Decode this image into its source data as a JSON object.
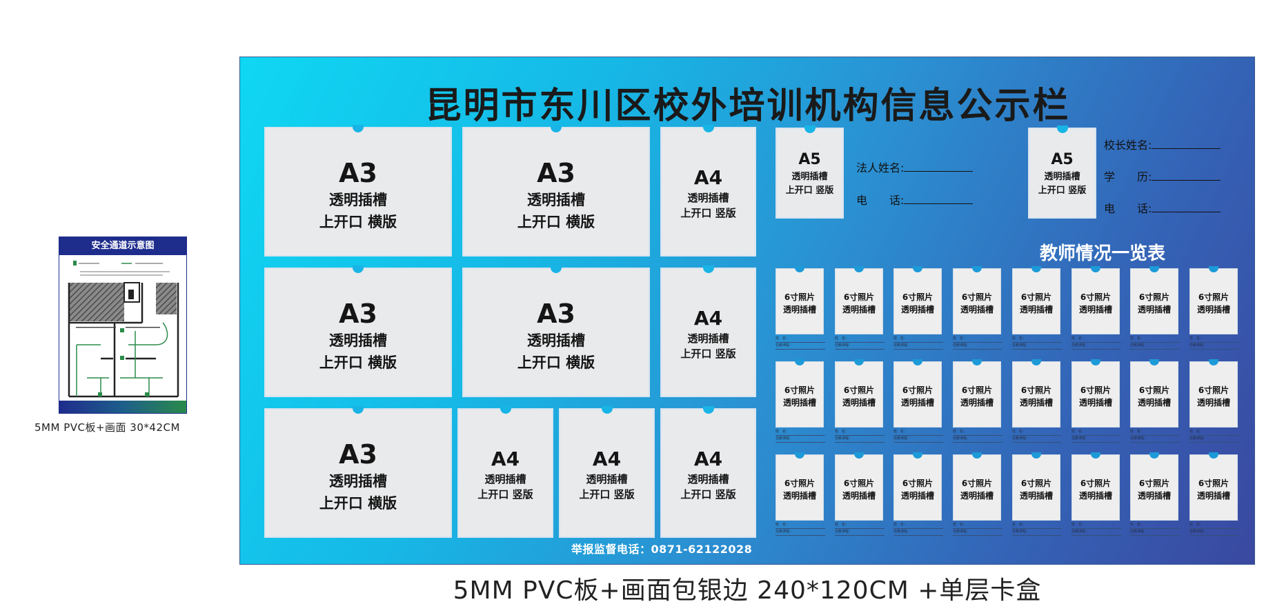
{
  "small_board": {
    "title": "安全通道示意图",
    "caption": "5MM PVC板+画面 30*42CM"
  },
  "main_board": {
    "title": "昆明市东川区校外培训机构信息公示栏",
    "hotline": "举报监督电话：0871-62122028",
    "caption": "5MM PVC板+画面包银边 240*120CM +单层卡盒",
    "slot_text": {
      "slot_line": "透明插槽",
      "open_landscape": "上开口 横版",
      "open_portrait": "上开口 竖版"
    },
    "slots": [
      {
        "size": "A3",
        "orient": "横版"
      },
      {
        "size": "A3",
        "orient": "横版"
      },
      {
        "size": "A4",
        "orient": "竖版"
      },
      {
        "size": "A3",
        "orient": "横版"
      },
      {
        "size": "A3",
        "orient": "横版"
      },
      {
        "size": "A4",
        "orient": "竖版"
      },
      {
        "size": "A3",
        "orient": "横版"
      },
      {
        "size": "A4",
        "orient": "竖版"
      },
      {
        "size": "A4",
        "orient": "竖版"
      },
      {
        "size": "A4",
        "orient": "竖版"
      }
    ],
    "a5_left": {
      "size": "A5",
      "line1": "透明插槽",
      "line2": "上开口 竖版"
    },
    "a5_right": {
      "size": "A5",
      "line1": "透明插槽",
      "line2": "上开口 竖版"
    },
    "legal_fields": {
      "name": "法人姓名:",
      "phone": "电　　话:"
    },
    "principal_fields": {
      "name": "校长姓名:",
      "education": "学　　历:",
      "phone": "电　　话:"
    },
    "teacher_section": {
      "title": "教师情况一览表",
      "photo_line1": "6寸照片",
      "photo_line2": "透明插槽",
      "label_name": "姓　名：",
      "label_course": "任教课程："
    }
  }
}
